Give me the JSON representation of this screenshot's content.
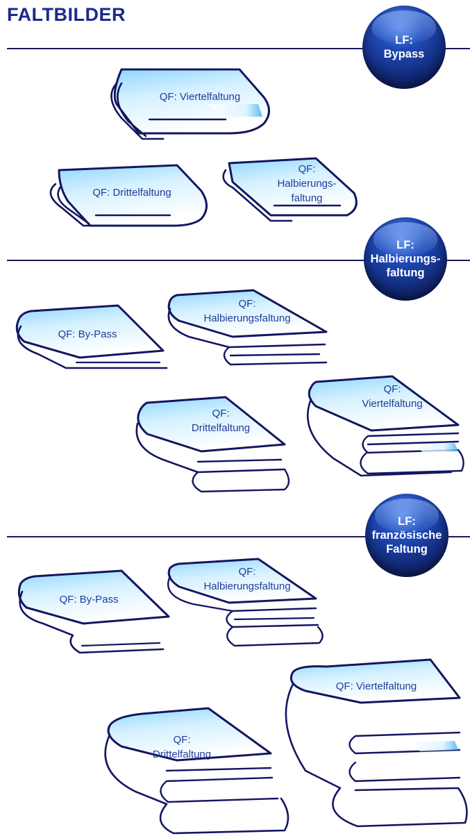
{
  "title": "FALTBILDER",
  "sections": [
    {
      "badge": [
        "LF:",
        "Bypass"
      ],
      "items": [
        {
          "label": [
            "QF: Viertelfaltung"
          ]
        },
        {
          "label": [
            "QF: Drittelfaltung"
          ]
        },
        {
          "label": [
            "QF:",
            "Halbierungs-",
            "faltung"
          ]
        }
      ]
    },
    {
      "badge": [
        "LF:",
        "Halbierungs-",
        "faltung"
      ],
      "items": [
        {
          "label": [
            "QF: By-Pass"
          ]
        },
        {
          "label": [
            "QF:",
            "Halbierungsfaltung"
          ]
        },
        {
          "label": [
            "QF:",
            "Drittelfaltung"
          ]
        },
        {
          "label": [
            "QF:",
            "Viertelfaltung"
          ]
        }
      ]
    },
    {
      "badge": [
        "LF:",
        "französische",
        "Faltung"
      ],
      "items": [
        {
          "label": [
            "QF: By-Pass"
          ]
        },
        {
          "label": [
            "QF:",
            "Halbierungsfaltung"
          ]
        },
        {
          "label": [
            "QF: Viertelfaltung"
          ]
        },
        {
          "label": [
            "QF:",
            "Drittelfaltung"
          ]
        }
      ]
    }
  ],
  "colors": {
    "outline": "#121660",
    "fill_top": "#bfe8ff",
    "fill_bottom": "#ffffff",
    "accent": "#2aa7e8",
    "label": "#1d3c9a"
  }
}
